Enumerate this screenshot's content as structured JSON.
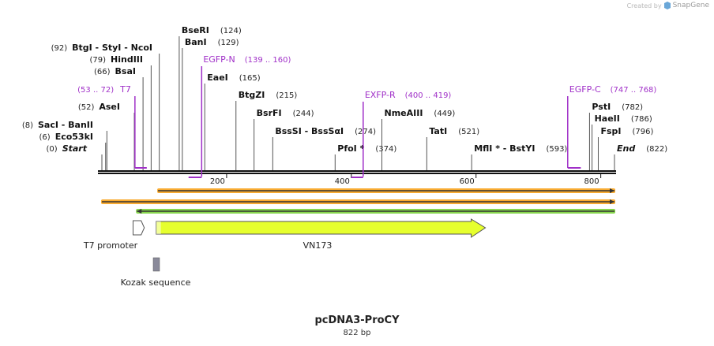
{
  "credit": {
    "prefix": "Created by",
    "brand": "SnapGene",
    "logo_icon": "snapgene-logo-icon"
  },
  "title": "pcDNA3-ProCY",
  "length_label": "822 bp",
  "total_bp": 822,
  "ticks": [
    200,
    400,
    600,
    800
  ],
  "colors": {
    "primer": "#a030c8",
    "feature_yellow": "#e6ff2e",
    "arrow_orange": "#f7a21c",
    "arrow_green": "#7ad13a",
    "kozak": "#8a8a9a"
  },
  "sites": [
    {
      "name": "Start",
      "pos": "(0)",
      "bp": 0,
      "italic": true,
      "left": true
    },
    {
      "name": "Eco53kI",
      "pos": "(6)",
      "bp": 6,
      "left": true
    },
    {
      "name": "SacI  -  BanII",
      "pos": "(8)",
      "bp": 8,
      "left": true
    },
    {
      "name": "AseI",
      "pos": "(52)",
      "bp": 52,
      "left": true
    },
    {
      "name": "BsaI",
      "pos": "(66)",
      "bp": 66,
      "left": true
    },
    {
      "name": "HindIII",
      "pos": "(79)",
      "bp": 79,
      "left": true
    },
    {
      "name": "BtgI  -  StyI  -  NcoI",
      "pos": "(92)",
      "bp": 92,
      "left": true
    },
    {
      "name": "BseRI",
      "pos": "(124)",
      "bp": 124
    },
    {
      "name": "BanI",
      "pos": "(129)",
      "bp": 129
    },
    {
      "name": "EaeI",
      "pos": "(165)",
      "bp": 165
    },
    {
      "name": "BtgZI",
      "pos": "(215)",
      "bp": 215
    },
    {
      "name": "BsrFI",
      "pos": "(244)",
      "bp": 244
    },
    {
      "name": "BssSI  -  BssSαI",
      "pos": "(274)",
      "bp": 274
    },
    {
      "name": "PfoI *",
      "pos": "(374)",
      "bp": 374
    },
    {
      "name": "NmeAIII",
      "pos": "(449)",
      "bp": 449
    },
    {
      "name": "TatI",
      "pos": "(521)",
      "bp": 521
    },
    {
      "name": "MflI *  -  BstYI",
      "pos": "(593)",
      "bp": 593
    },
    {
      "name": "PstI",
      "pos": "(782)",
      "bp": 782
    },
    {
      "name": "HaeII",
      "pos": "(786)",
      "bp": 786
    },
    {
      "name": "FspI",
      "pos": "(796)",
      "bp": 796
    },
    {
      "name": "End",
      "pos": "(822)",
      "bp": 822,
      "italic": true
    }
  ],
  "primers": [
    {
      "name": "T7",
      "range": "(53 .. 72)",
      "start": 53,
      "end": 72,
      "strand": "forward"
    },
    {
      "name": "EGFP-N",
      "range": "(139 .. 160)",
      "start": 139,
      "end": 160,
      "strand": "reverse"
    },
    {
      "name": "EXFP-R",
      "range": "(400 .. 419)",
      "start": 400,
      "end": 419,
      "strand": "reverse"
    },
    {
      "name": "EGFP-C",
      "range": "(747 .. 768)",
      "start": 747,
      "end": 768,
      "strand": "forward"
    }
  ],
  "orf_arrows": [
    {
      "start": 90,
      "end": 822,
      "dir": "right",
      "color": "orange"
    },
    {
      "start": 0,
      "end": 822,
      "dir": "right",
      "color": "orange"
    },
    {
      "start": 56,
      "end": 822,
      "dir": "left",
      "color": "green"
    }
  ],
  "features": [
    {
      "name": "T7 promoter",
      "start": 50,
      "end": 68,
      "type": "promoter"
    },
    {
      "name": "VN173",
      "start": 87,
      "end": 615,
      "type": "cds"
    },
    {
      "name": "Kozak sequence",
      "start": 81,
      "end": 92,
      "type": "box"
    }
  ]
}
